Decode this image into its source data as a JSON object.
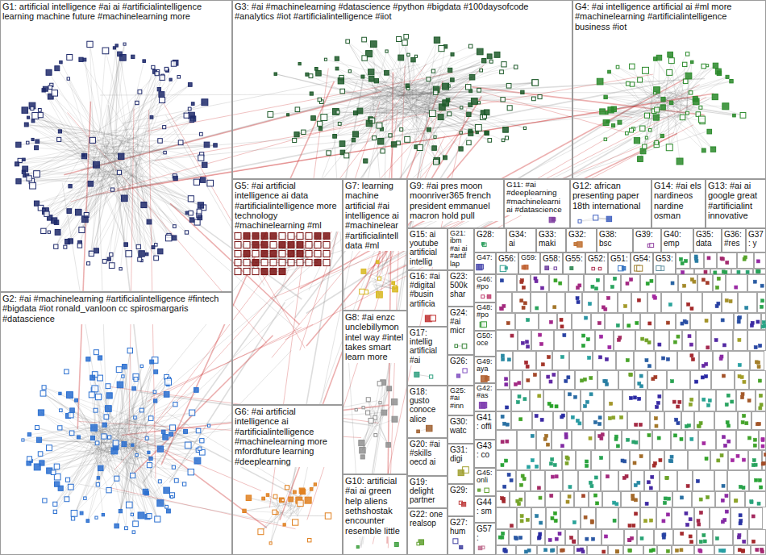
{
  "diagram": {
    "nodes": [
      {
        "text": [
          "G1: artificial intelligence #ai ai #artificialintelligence learning machine future #machinelearning more"
        ]
      },
      {
        "text": [
          "G3: #ai #machinelearning #datascience #python #bigdata #100daysofcode #analytics #iot #artificialintelligence #iiot"
        ]
      },
      {
        "text": [
          "G4: #ai intelligence artificial ai #ml more #machinelearning #artificialintelligence business #iot"
        ]
      },
      {
        "text": [
          "G2: #ai #machinelearning #artificialintelligence #fintech #bigdata #iot ronald_vanloon cc spirosmargaris #datascience"
        ]
      },
      {
        "text": [
          "G5: #ai artificial intelligence ai data #artificialintelligence more technology #machinelearning #ml"
        ]
      },
      {
        "text": [
          "G7: learning machine artificial #ai intelligence ai #machinelear #artificialintell data #ml"
        ]
      },
      {
        "text": [
          "G9: #ai pres moon moonriver365 french president emmanuel macron hold pull"
        ]
      },
      {
        "text": [
          "G11: #ai #deeplearning #machinelearni ai #datascience"
        ]
      },
      {
        "text": [
          "G12: african presenting paper 18th international"
        ]
      },
      {
        "text": [
          "G14: #ai els nardineos nardine osman"
        ]
      },
      {
        "text": [
          "G13: #ai ai google great #artificialint innovative"
        ]
      },
      {
        "text": [
          "G6: #ai artificial intelligence ai #artificialintelligence #machinelearning more mfordfuture learning #deeplearning"
        ]
      },
      {
        "text": [
          "G8: #ai enzc unclebillymon intel way #intel takes smart learn more"
        ]
      },
      {
        "text": [
          "G10: artificial #ai ai green help aliens sethshostak encounter resemble little"
        ]
      },
      {
        "text": [
          "G15: ai youtube artificial intellig"
        ]
      },
      {
        "text": [
          "G16: #ai #digital #busin artificia"
        ]
      },
      {
        "text": [
          "G17: intellig artificial #ai"
        ]
      },
      {
        "text": [
          "G18: gusto conoce alice"
        ]
      },
      {
        "text": [
          "G20: #ai #skills oecd ai"
        ]
      },
      {
        "text": [
          "G19: delight partner"
        ]
      },
      {
        "text": [
          "G22: one realsop"
        ]
      },
      {
        "text": [
          "G21: ibm #ai ai #artif lap"
        ]
      },
      {
        "text": [
          "G23: 500k shar"
        ]
      },
      {
        "text": [
          "G24: #ai micr"
        ]
      },
      {
        "text": [
          "G26:"
        ]
      },
      {
        "text": [
          "G25: #ai #inn"
        ]
      },
      {
        "text": [
          "G30: watc"
        ]
      },
      {
        "text": [
          "G31: digi"
        ]
      },
      {
        "text": [
          "G29:"
        ]
      },
      {
        "text": [
          "G27: hum"
        ]
      },
      {
        "text": [
          "G28:"
        ]
      },
      {
        "text": [
          "G34: ai"
        ]
      },
      {
        "text": [
          "G33: maki"
        ]
      },
      {
        "text": [
          "G32:"
        ]
      },
      {
        "text": [
          "G38: bsc"
        ]
      },
      {
        "text": [
          "G39:"
        ]
      },
      {
        "text": [
          "G40: emp"
        ]
      },
      {
        "text": [
          "G35: data"
        ]
      },
      {
        "text": [
          "G36: #res"
        ]
      },
      {
        "text": [
          "G37: y"
        ]
      },
      {
        "text": [
          "G47:"
        ]
      },
      {
        "text": [
          "G56:"
        ]
      },
      {
        "text": [
          "G59:"
        ]
      },
      {
        "text": [
          "G58:"
        ]
      },
      {
        "text": [
          "G55:"
        ]
      },
      {
        "text": [
          "G52:"
        ]
      },
      {
        "text": [
          "G51:"
        ]
      },
      {
        "text": [
          "G54:"
        ]
      },
      {
        "text": [
          "G53:"
        ]
      },
      {
        "text": [
          "G46: #po"
        ]
      },
      {
        "text": [
          "G48: #po"
        ]
      },
      {
        "text": [
          "G50: oce"
        ]
      },
      {
        "text": [
          "G49: aya"
        ]
      },
      {
        "text": [
          "G42: #as"
        ]
      },
      {
        "text": [
          "G41: offi"
        ]
      },
      {
        "text": [
          "G43: co"
        ]
      },
      {
        "text": [
          "G45: onli"
        ]
      },
      {
        "text": [
          "G44: sm"
        ]
      },
      {
        "text": [
          "G57:"
        ]
      }
    ]
  }
}
